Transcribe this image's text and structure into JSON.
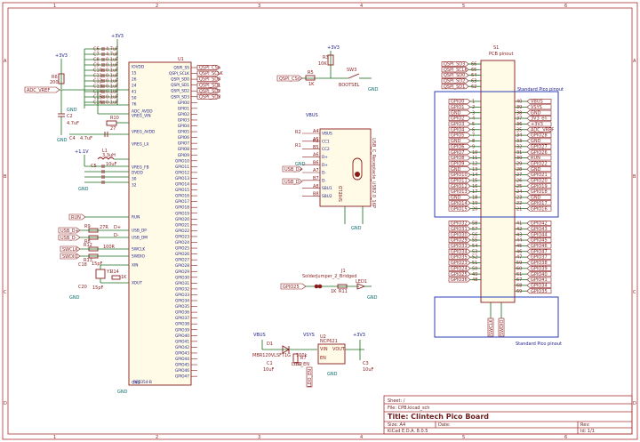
{
  "frame": {
    "cols_top": [
      "1",
      "2",
      "3",
      "4",
      "5",
      "6"
    ],
    "cols_bottom": [
      "1",
      "2",
      "3",
      "4",
      "5",
      "6"
    ],
    "rows_left": [
      "A",
      "B",
      "C",
      "D"
    ],
    "rows_right": [
      "A",
      "B",
      "C",
      "D"
    ]
  },
  "title_block": {
    "sheet": "Sheet: /",
    "file": "File: CPB.kicad_sch",
    "title": "Title: Clintech Pico Board",
    "size": "Size: A4",
    "date": "Date:",
    "rev": "Rev:",
    "tool": "KiCad E.D.A. 8.0.5",
    "id": "Id: 1/1"
  },
  "power": {
    "p3v3": "+3V3",
    "vbus": "VBUS",
    "vsys": "VSYS",
    "gnd": "GND"
  },
  "mcu": {
    "ref": "U1",
    "value": "RP2354-B",
    "left_pins": [
      "IOVDD",
      "15",
      "26",
      "24",
      "41",
      "50",
      "76",
      "ADC_AVDD",
      "VREG_VIN",
      "VREG_AVDD",
      "VREG_LX",
      "VREG_FB",
      "DVDD",
      "30",
      "32",
      "RUN",
      "USB_DP",
      "USB_DM",
      "SWCLK",
      "SWDIO",
      "XIN",
      "XOUT",
      "GND"
    ],
    "right_pins": [
      "QSPI_SS",
      "QSPI_SCLK",
      "QSPI_SD0",
      "QSPI_SD1",
      "QSPI_SD2",
      "QSPI_SD3",
      "GPIO0",
      "GPIO1",
      "GPIO2",
      "GPIO3",
      "GPIO4",
      "GPIO5",
      "GPIO6",
      "GPIO7",
      "GPIO8",
      "GPIO9",
      "GPIO10",
      "GPIO11",
      "GPIO12",
      "GPIO13",
      "GPIO14",
      "GPIO15",
      "GPIO16",
      "GPIO17",
      "GPIO18",
      "GPIO19",
      "GPIO20",
      "GPIO21",
      "GPIO22",
      "GPIO23",
      "GPIO24",
      "GPIO25",
      "GPIO26",
      "GPIO27",
      "GPIO28",
      "GPIO29",
      "GPIO30",
      "GPIO31",
      "GPIO32",
      "GPIO33",
      "GPIO34",
      "GPIO35",
      "GPIO36",
      "GPIO37",
      "GPIO38",
      "GPIO39",
      "GPIO40",
      "GPIO41",
      "GPIO42",
      "GPIO43",
      "GPIO44",
      "GPIO45",
      "GPIO46",
      "GPIO47"
    ]
  },
  "mcu_labels": [
    "QSPI_CSn",
    "QSPI_SCLK",
    "QSPI_SD0",
    "QSPI_SD1",
    "QSPI_SD2",
    "QSPI_SD3"
  ],
  "decoupling": [
    "C6",
    "C7",
    "C8",
    "C9",
    "C10",
    "C11",
    "C12",
    "C13",
    "C14",
    "C15",
    "C16"
  ],
  "decoupling_values": [
    "4.7uF",
    "4.7uF",
    "0.1uF",
    "0.1uF",
    "0.1uF",
    "0.1uF",
    "0.1uF",
    "0.1uF",
    "0.1uF",
    "0.1uF",
    "0.1uF"
  ],
  "left_parts": {
    "r_adc": "R6",
    "r_adc_val": "200",
    "adc_label": "ADC_VREF",
    "c2": "C2",
    "c2_val": "4.7uF",
    "r10": "R10",
    "r10_val": "27",
    "c4": "C4",
    "c4_val": "4.7uF",
    "l1": "L1",
    "l1_val": "3.3uH",
    "c5": "C5",
    "c5_val": "10uF",
    "run": "RUN",
    "usb_dp": "USB_D+",
    "usb_dm": "USB_D-",
    "r9": "R9",
    "r8": "R8",
    "r_usb_val": "27R",
    "swclk": "SWCLK",
    "swdio": "SWDIO",
    "r12": "R12",
    "r13": "R13",
    "r_sw_val": "100R",
    "c18": "C18",
    "c18_val": "15pF",
    "c20": "C20",
    "c20_val": "15pF",
    "y1": "Y1",
    "r14": "R14",
    "r14_val": "1K",
    "b_dp": "D+",
    "b_dm": "D-"
  },
  "bootsel": {
    "r": "R3",
    "r_val": "10K",
    "r2": "R5",
    "r2_val": "1K",
    "sw": "SW3",
    "sw_val": "BOOTSEL",
    "net": "QSPI_CSn"
  },
  "usb_conn": {
    "ref": "J1",
    "value": "USB_C_Receptacle_USB2.0_16P",
    "pins_left": [
      "VBUS",
      "CC1",
      "CC2",
      "D+",
      "D+",
      "D-",
      "D-",
      "SBU1",
      "SBU2"
    ],
    "pin_nums": [
      "A4",
      "A5",
      "B5",
      "A6",
      "B6",
      "A7",
      "B7",
      "A8",
      "B8"
    ],
    "r1": "R1",
    "r2": "R2",
    "r_val": "5.1K",
    "usb_dp": "USB_D+",
    "usb_dm": "USB_D-",
    "shield": "SHIELD",
    "gnd": "GND"
  },
  "solder_jumper": {
    "ref": "J1",
    "value": "SolderJumper_2_Bridged",
    "net": "GPIO25",
    "r": "R11",
    "r_val": "1K",
    "led": "LED1"
  },
  "power_section": {
    "d1": "D1",
    "d1_val": "MBR120VLSFT1G",
    "d2": "D2",
    "d2_val": "LDO_EN",
    "c1": "C1",
    "c1_val": "10uF",
    "c3": "C3",
    "c3_val": "10uF",
    "u2": "U2",
    "u2_val": "NCP621",
    "r7": "R7",
    "r7_val": "100k",
    "vin": "VIN",
    "vout": "VOUT",
    "en": "EN",
    "ldo_en": "LDO_EN"
  },
  "pcb_header": {
    "ref": "S1",
    "value": "PCB pinout",
    "top_left": [
      "QSPI_SD3",
      "QSPI_SCLK",
      "QSPI_SD0",
      "QSPI_SD2",
      "QSPI_SD1"
    ],
    "top_nums": [
      "66",
      "65",
      "64",
      "63",
      "62"
    ],
    "std_title": "Standard Pico pinout",
    "std_bottom_title": "Standard Pico pinout",
    "left_labels": [
      "GPIO0",
      "GPIO1",
      "GND",
      "GPIO2",
      "GPIO3",
      "GPIO4",
      "GPIO5",
      "GND",
      "GPIO6",
      "GPIO7",
      "GPIO8",
      "GPIO9",
      "GND",
      "GPIO10",
      "GPIO11",
      "GPIO12",
      "GPIO13",
      "GND",
      "GPIO14",
      "GPIO15"
    ],
    "left_nums": [
      "1",
      "2",
      "3",
      "4",
      "5",
      "6",
      "7",
      "8",
      "9",
      "10",
      "11",
      "12",
      "13",
      "14",
      "15",
      "16",
      "17",
      "18",
      "19",
      "20"
    ],
    "right_labels": [
      "VBUS",
      "VSYS",
      "GND",
      "3V3_en",
      "+3V3",
      "ADC_VREF",
      "GPIO28",
      "GND",
      "GPIO27",
      "GPIO26",
      "RUN",
      "GPIO22",
      "GND",
      "GPIO21",
      "GPIO20",
      "GPIO19",
      "GPIO18",
      "GND",
      "GPIO17",
      "GPIO16"
    ],
    "right_nums": [
      "40",
      "39",
      "38",
      "37",
      "36",
      "35",
      "34",
      "33",
      "32",
      "31",
      "30",
      "29",
      "28",
      "27",
      "26",
      "25",
      "24",
      "23",
      "22",
      "21"
    ],
    "ext_left": [
      "GPIO32",
      "GPIO31",
      "GPIO30",
      "GPIO29",
      "GPIO33",
      "GPIO34",
      "GPIO35",
      "GPIO23",
      "GPIO24",
      "GPIO25",
      "GPIO36"
    ],
    "ext_left_nums": [
      "58",
      "57",
      "56",
      "55",
      "54",
      "53",
      "52",
      "51",
      "50",
      "49",
      "48"
    ],
    "ext_right": [
      "GPIO42",
      "GPIO43",
      "GPIO44",
      "GPIO45",
      "GPIO46",
      "GPIO47",
      "GPIO37",
      "GPIO38",
      "GPIO39",
      "GPIO40",
      "GPIO41",
      "GPIO34",
      "GPIO35"
    ],
    "ext_right_nums": [
      "41",
      "42",
      "43",
      "44",
      "45",
      "46",
      "47",
      "59",
      "60",
      "61",
      "67",
      "68",
      "69"
    ],
    "bottom": [
      "SWCLK",
      "SWDIO"
    ]
  }
}
